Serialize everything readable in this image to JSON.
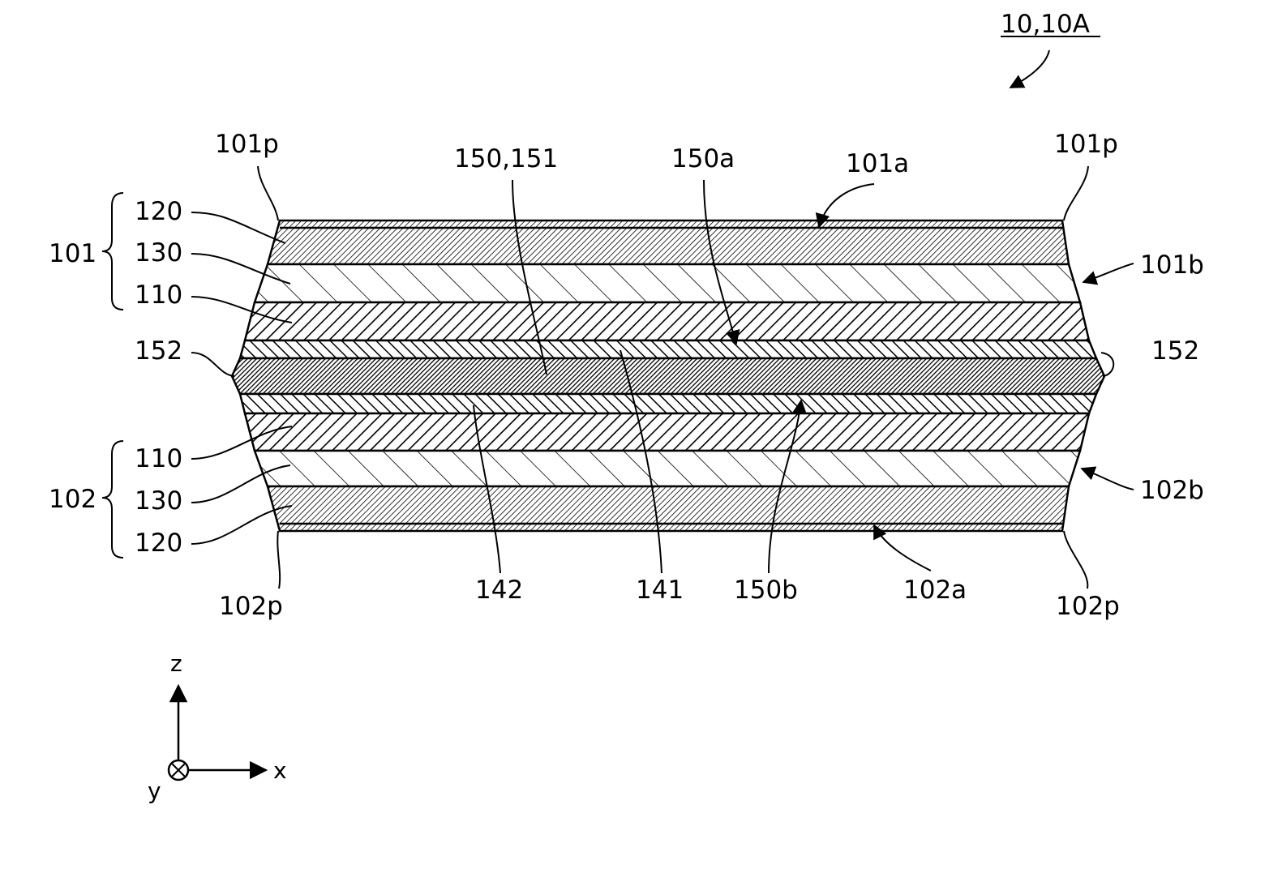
{
  "figure_ref": "10,10A",
  "labels": {
    "p101_left": "101p",
    "p101_right": "101p",
    "l150_151": "150,151",
    "l150a": "150a",
    "l101a": "101a",
    "l101b": "101b",
    "l101": "101",
    "top_120": "120",
    "top_130": "130",
    "top_110": "110",
    "l152_left": "152",
    "l152_right": "152",
    "bot_110": "110",
    "bot_130": "130",
    "bot_120": "120",
    "l102": "102",
    "l102b": "102b",
    "p102_left": "102p",
    "p102_right": "102p",
    "l142": "142",
    "l141": "141",
    "l150b": "150b",
    "l102a": "102a"
  },
  "axes": {
    "z": "z",
    "x": "x",
    "y": "y"
  }
}
